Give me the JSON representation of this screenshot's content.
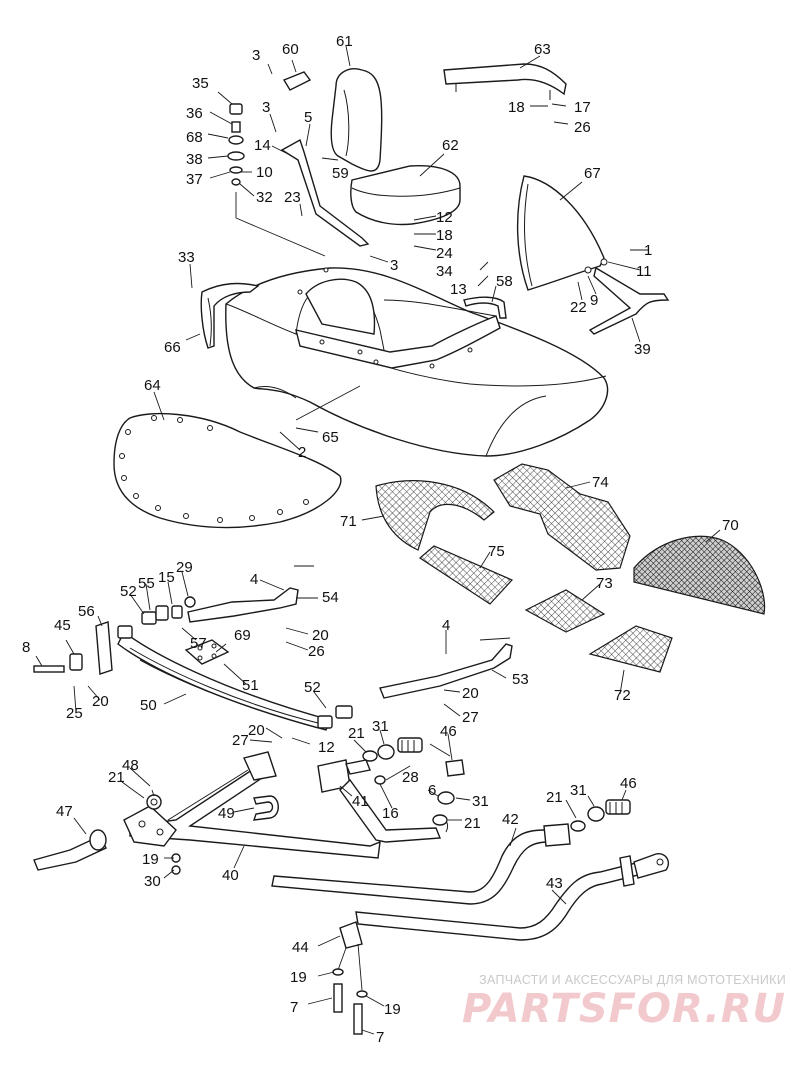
{
  "callouts": {
    "c1": "1",
    "c2": "2",
    "c3a": "3",
    "c3b": "3",
    "c3c": "3",
    "c4a": "4",
    "c4b": "4",
    "c5": "5",
    "c6": "6",
    "c7a": "7",
    "c7b": "7",
    "c8": "8",
    "c9": "9",
    "c10": "10",
    "c11": "11",
    "c12a": "12",
    "c12b": "12",
    "c13": "13",
    "c14": "14",
    "c15": "15",
    "c16": "16",
    "c17": "17",
    "c18a": "18",
    "c18b": "18",
    "c19a": "19",
    "c19b": "19",
    "c19c": "19",
    "c20a": "20",
    "c20b": "20",
    "c20c": "20",
    "c20d": "20",
    "c21a": "21",
    "c21b": "21",
    "c21c": "21",
    "c21d": "21",
    "c22": "22",
    "c23": "23",
    "c24": "24",
    "c25": "25",
    "c26a": "26",
    "c26b": "26",
    "c27a": "27",
    "c27b": "27",
    "c28": "28",
    "c29": "29",
    "c30": "30",
    "c31a": "31",
    "c31b": "31",
    "c31c": "31",
    "c32": "32",
    "c33": "33",
    "c34": "34",
    "c35": "35",
    "c36": "36",
    "c37": "37",
    "c38": "38",
    "c39": "39",
    "c40": "40",
    "c41": "41",
    "c42": "42",
    "c43": "43",
    "c44": "44",
    "c45": "45",
    "c46a": "46",
    "c46b": "46",
    "c47": "47",
    "c48": "48",
    "c49": "49",
    "c50": "50",
    "c51": "51",
    "c52a": "52",
    "c52b": "52",
    "c53": "53",
    "c54": "54",
    "c55": "55",
    "c56": "56",
    "c57": "57",
    "c58": "58",
    "c59": "59",
    "c60": "60",
    "c61": "61",
    "c62": "62",
    "c63": "63",
    "c64": "64",
    "c65": "65",
    "c66": "66",
    "c67": "67",
    "c68": "68",
    "c69": "69",
    "c70": "70",
    "c71": "71",
    "c72": "72",
    "c73": "73",
    "c74": "74",
    "c75": "75"
  },
  "watermark": {
    "subtitle": "ЗАПЧАСТИ И АКСЕССУАРЫ ДЛЯ МОТОТЕХНИКИ",
    "logo": "PARTSFOR.RU"
  },
  "colors": {
    "line": "#1a1a1a",
    "background": "#ffffff",
    "watermark_logo": "#f2c9cc",
    "watermark_text": "#c9c9c9"
  }
}
